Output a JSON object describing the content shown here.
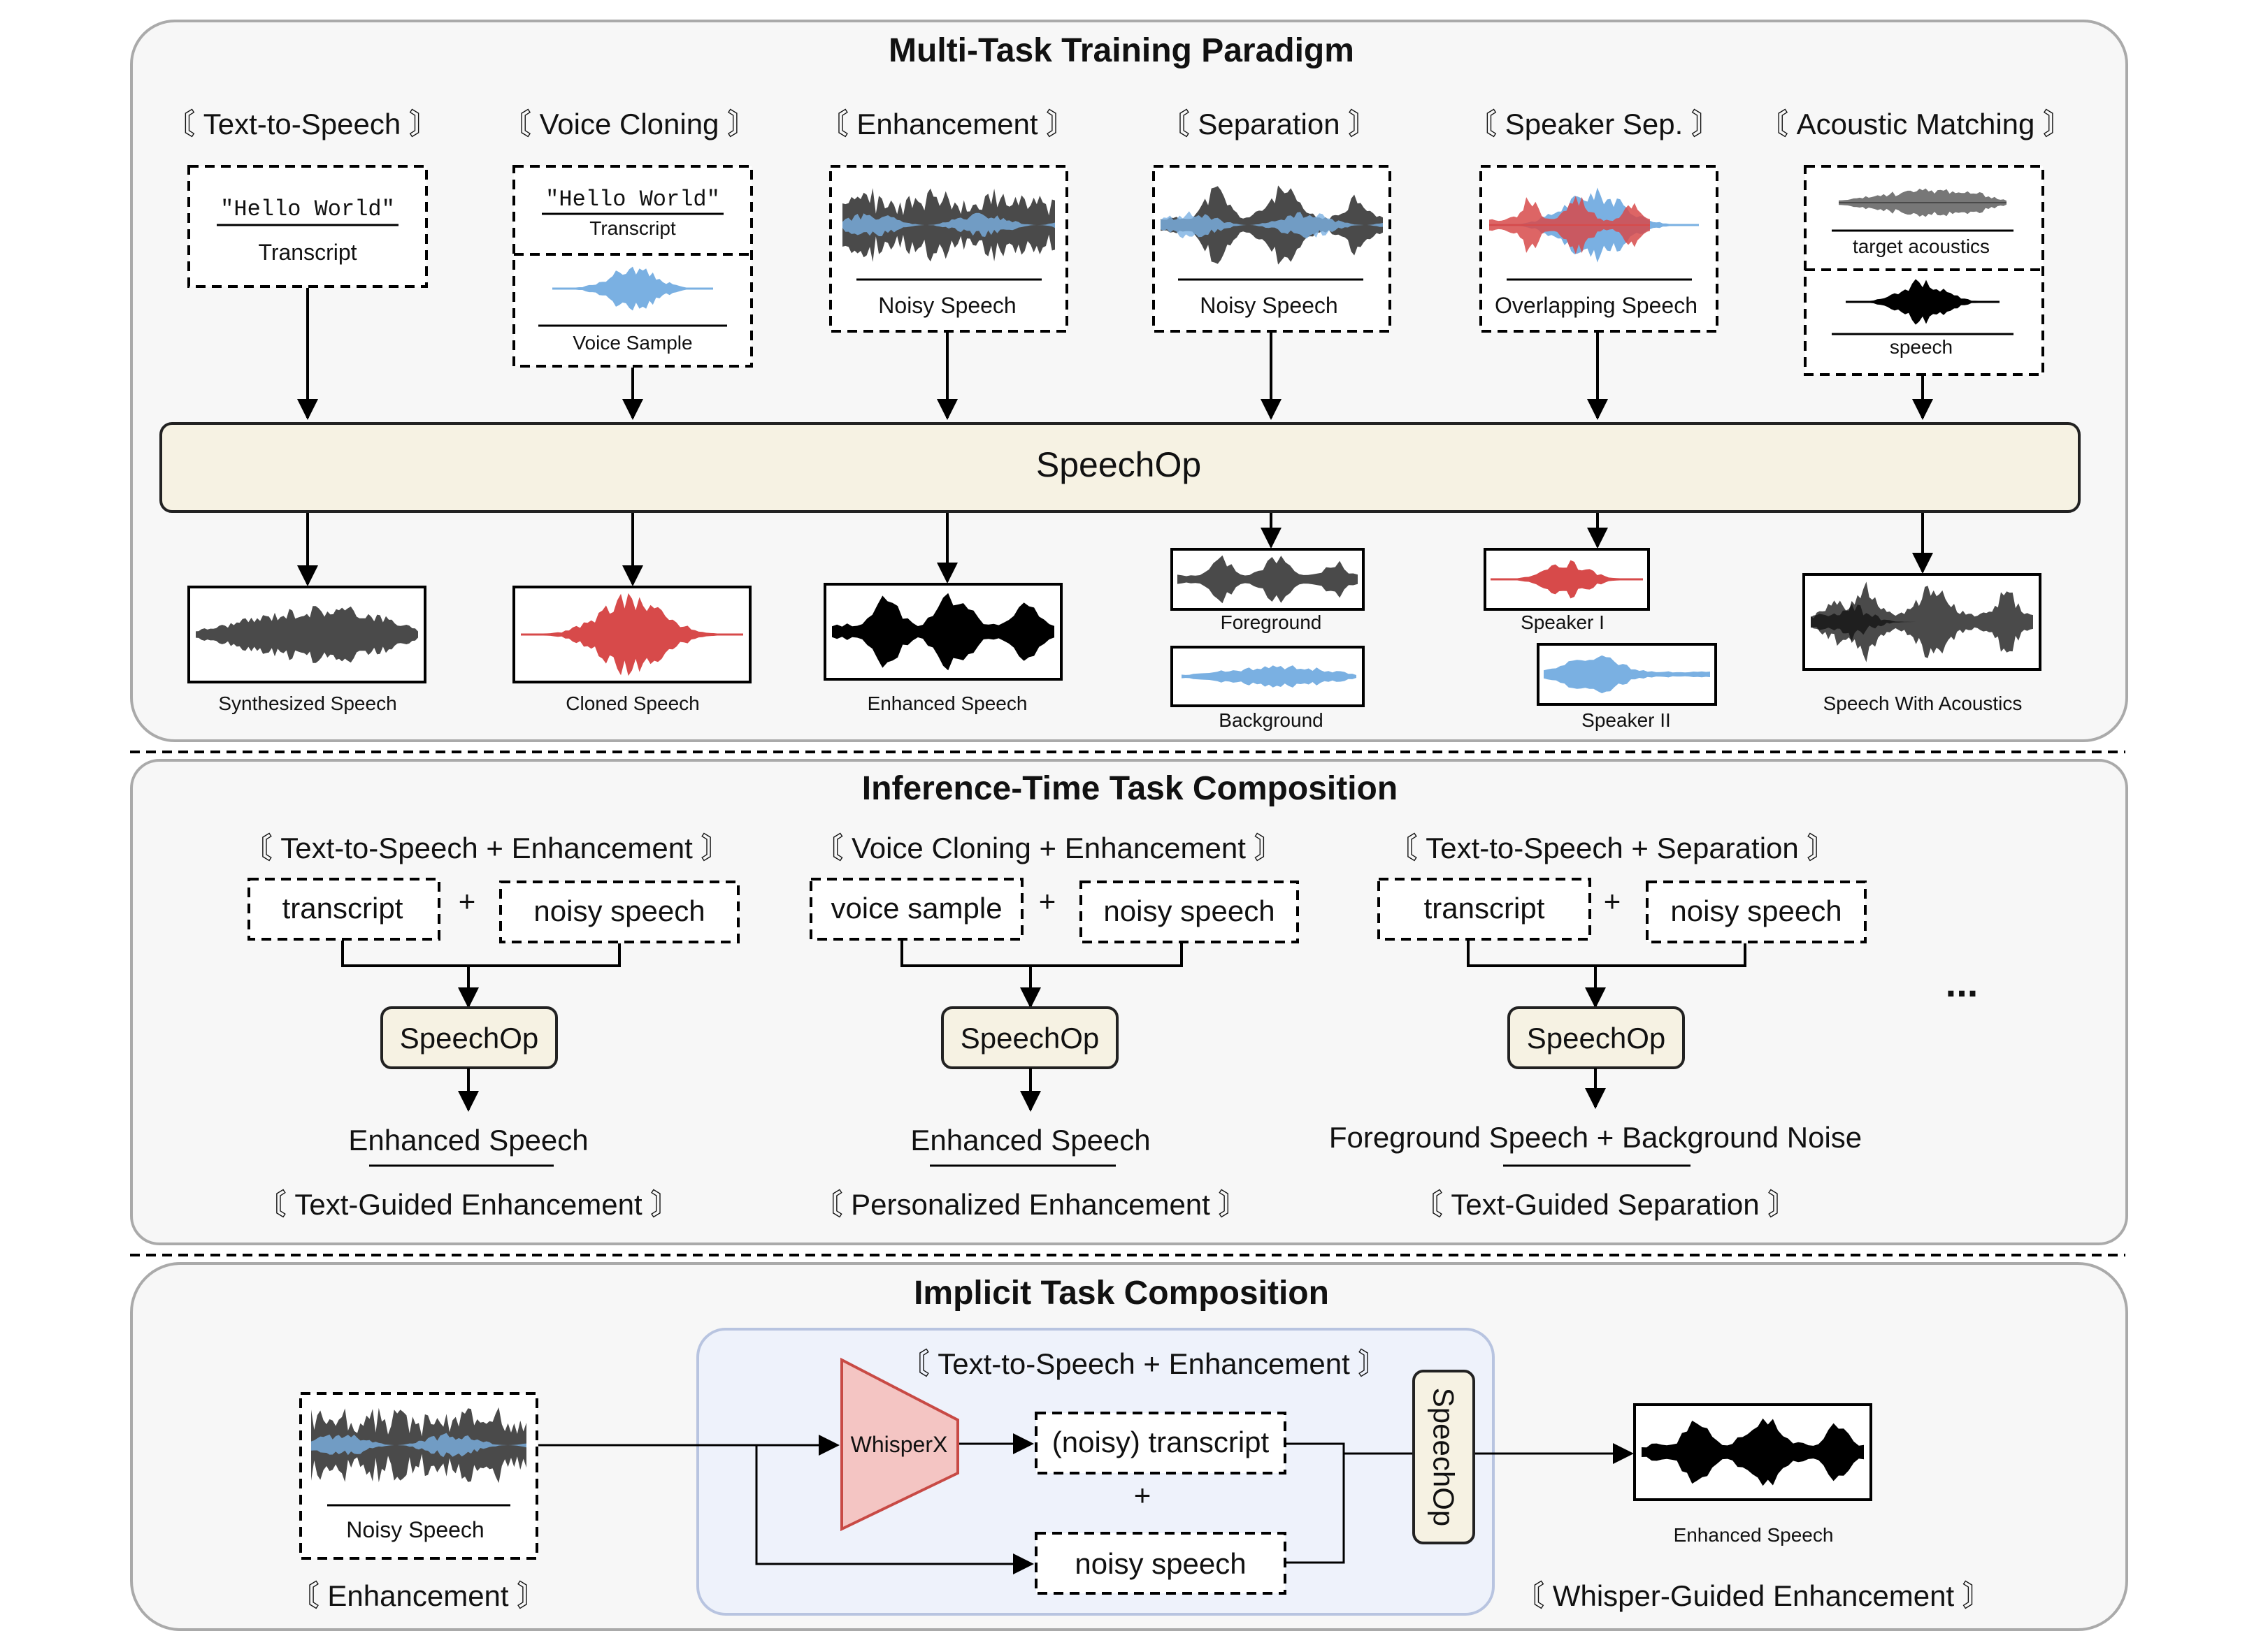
{
  "colors": {
    "panel_fill": "#f7f7f7",
    "panel_stroke": "#aaaaaa",
    "speechop_fill": "#f6f2e3",
    "whisper_region_fill": "#eef2fb",
    "whisper_region_stroke": "#b8c4e0",
    "whisperx_fill": "#f4c5c3",
    "whisperx_stroke": "#c84a45",
    "wave_gray": "#4a4a4a",
    "wave_blue": "#7ab0e2",
    "wave_red": "#d74a4a",
    "wave_black": "#000000"
  },
  "sections": {
    "training": {
      "title": "Multi-Task Training Paradigm",
      "model": "SpeechOp",
      "tasks": [
        {
          "label": "〘 Text-to-Speech 〙",
          "input_text": "\"Hello World\"",
          "input_caption": "Transcript",
          "output_caption": "Synthesized Speech"
        },
        {
          "label": "〘 Voice Cloning 〙",
          "input_text": "\"Hello World\"",
          "input_caption": "Transcript",
          "input_caption_2": "Voice Sample",
          "output_caption": "Cloned Speech"
        },
        {
          "label": "〘 Enhancement 〙",
          "input_caption": "Noisy Speech",
          "output_caption": "Enhanced Speech"
        },
        {
          "label": "〘 Separation 〙",
          "input_caption": "Noisy Speech",
          "output_caption": "Foreground",
          "output_caption_2": "Background"
        },
        {
          "label": "〘 Speaker Sep. 〙",
          "input_caption": "Overlapping Speech",
          "output_caption": "Speaker I",
          "output_caption_2": "Speaker II"
        },
        {
          "label": "〘 Acoustic Matching 〙",
          "input_caption": "target acoustics",
          "input_caption_2": "speech",
          "output_caption": "Speech With Acoustics"
        }
      ]
    },
    "inference": {
      "title": "Inference-Time Task Composition",
      "groups": [
        {
          "label": "〘 Text-to-Speech + Enhancement 〙",
          "in_a": "transcript",
          "in_b": "noisy speech",
          "plus": "+",
          "model": "SpeechOp",
          "output": "Enhanced Speech",
          "name": "〘 Text-Guided Enhancement 〙"
        },
        {
          "label": "〘 Voice Cloning + Enhancement 〙",
          "in_a": "voice sample",
          "in_b": "noisy speech",
          "plus": "+",
          "model": "SpeechOp",
          "output": "Enhanced Speech",
          "name": "〘 Personalized Enhancement 〙"
        },
        {
          "label": "〘 Text-to-Speech + Separation 〙",
          "in_a": "transcript",
          "in_b": "noisy speech",
          "plus": "+",
          "model": "SpeechOp",
          "output": "Foreground Speech + Background Noise",
          "name": "〘 Text-Guided Separation 〙"
        }
      ],
      "ellipsis": "..."
    },
    "implicit": {
      "title": "Implicit Task Composition",
      "input_caption": "Noisy Speech",
      "input_label": "〘 Enhancement 〙",
      "region_label": "〘 Text-to-Speech + Enhancement 〙",
      "whisperx": "WhisperX",
      "transcript_box": "(noisy) transcript",
      "plus": "+",
      "noisy_box": "noisy speech",
      "model": "SpeechOp",
      "output_caption": "Enhanced Speech",
      "output_label": "〘 Whisper-Guided Enhancement 〙"
    }
  }
}
